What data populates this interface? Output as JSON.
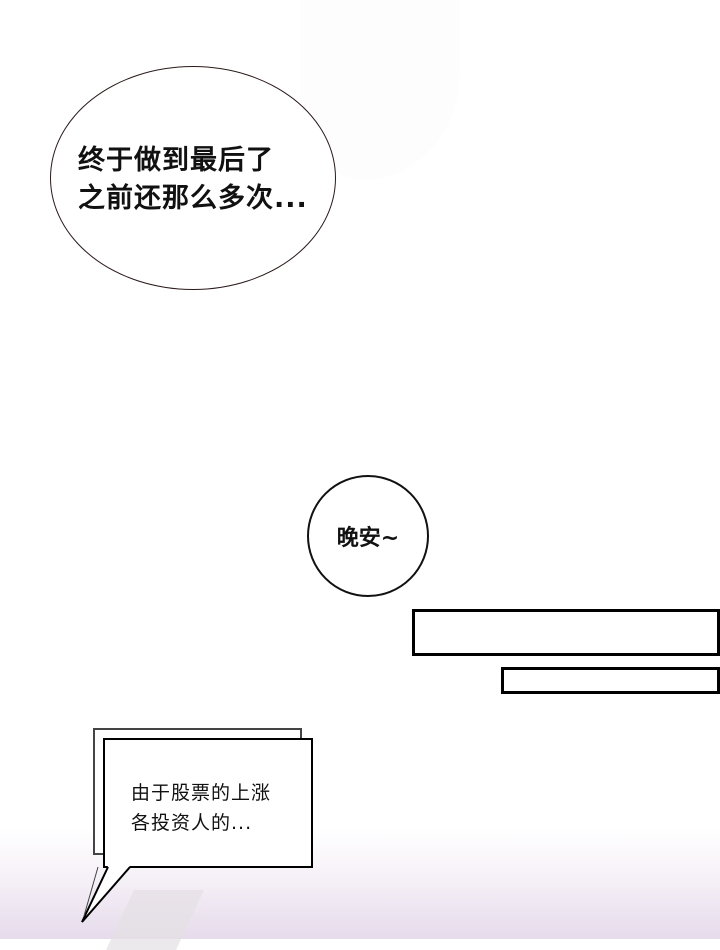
{
  "panel": {
    "bubbles": [
      {
        "id": "oval",
        "lines": [
          "终于做到最后了",
          "之前还那么多次..."
        ]
      },
      {
        "id": "circle",
        "lines": [
          "晚安~"
        ]
      }
    ],
    "empty_boxes": 2,
    "caption": {
      "lines": [
        "由于股票的上涨",
        "各投资人的..."
      ]
    }
  },
  "colors": {
    "background": "#ffffff",
    "bottom_tint": "#e6dbeb",
    "outline": "#000000"
  }
}
